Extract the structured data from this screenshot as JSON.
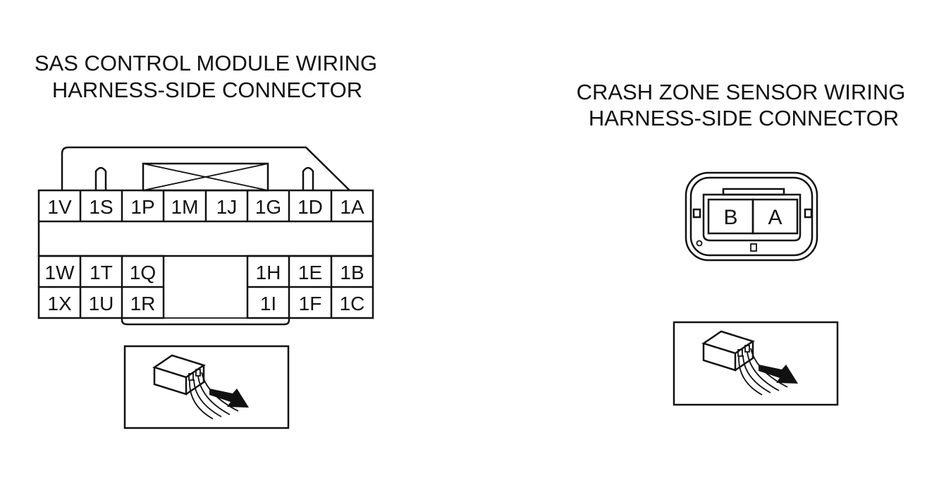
{
  "sas_connector": {
    "title_line1": "SAS CONTROL MODULE WIRING",
    "title_line2": "HARNESS-SIDE CONNECTOR",
    "top_row": [
      "1V",
      "1S",
      "1P",
      "1M",
      "1J",
      "1G",
      "1D",
      "1A"
    ],
    "left_block": [
      [
        "1W",
        "1T",
        "1Q"
      ],
      [
        "1X",
        "1U",
        "1R"
      ]
    ],
    "right_block": [
      [
        "1H",
        "1E",
        "1B"
      ],
      [
        "1I",
        "1F",
        "1C"
      ]
    ],
    "view_icon": "harness-side-view-icon"
  },
  "crash_connector": {
    "title_line1": "CRASH ZONE SENSOR WIRING",
    "title_line2": "HARNESS-SIDE CONNECTOR",
    "pins": [
      "B",
      "A"
    ],
    "view_icon": "harness-side-view-icon"
  },
  "colors": {
    "line": "#111111",
    "background": "#ffffff"
  }
}
